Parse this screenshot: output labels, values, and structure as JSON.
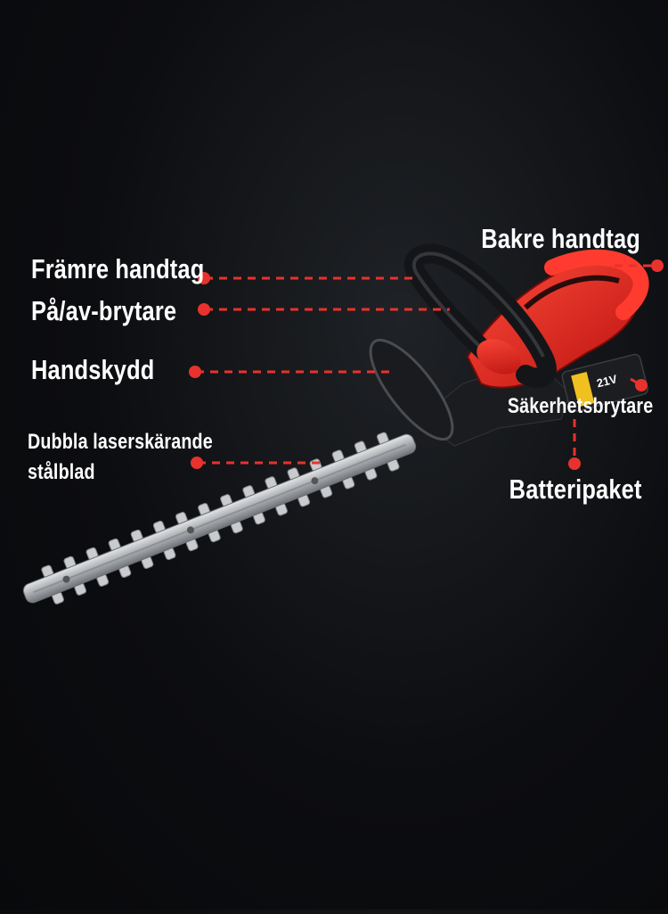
{
  "labels": {
    "front_handle": "Främre handtag",
    "power_switch": "På/av-brytare",
    "hand_guard": "Handskydd",
    "blade_line1": "Dubbla laserskärande",
    "blade_line2": "stålblad",
    "rear_handle": "Bakre handtag",
    "safety_switch": "Säkerhetsbrytare",
    "battery_pack": "Batteripaket"
  },
  "battery_marking": "21V",
  "colors": {
    "background": "#0c0d10",
    "accent": "#e8322d",
    "body_red": "#d81e1e",
    "battery_yellow": "#f0c020",
    "blade_steel": "#b9bcbf"
  }
}
